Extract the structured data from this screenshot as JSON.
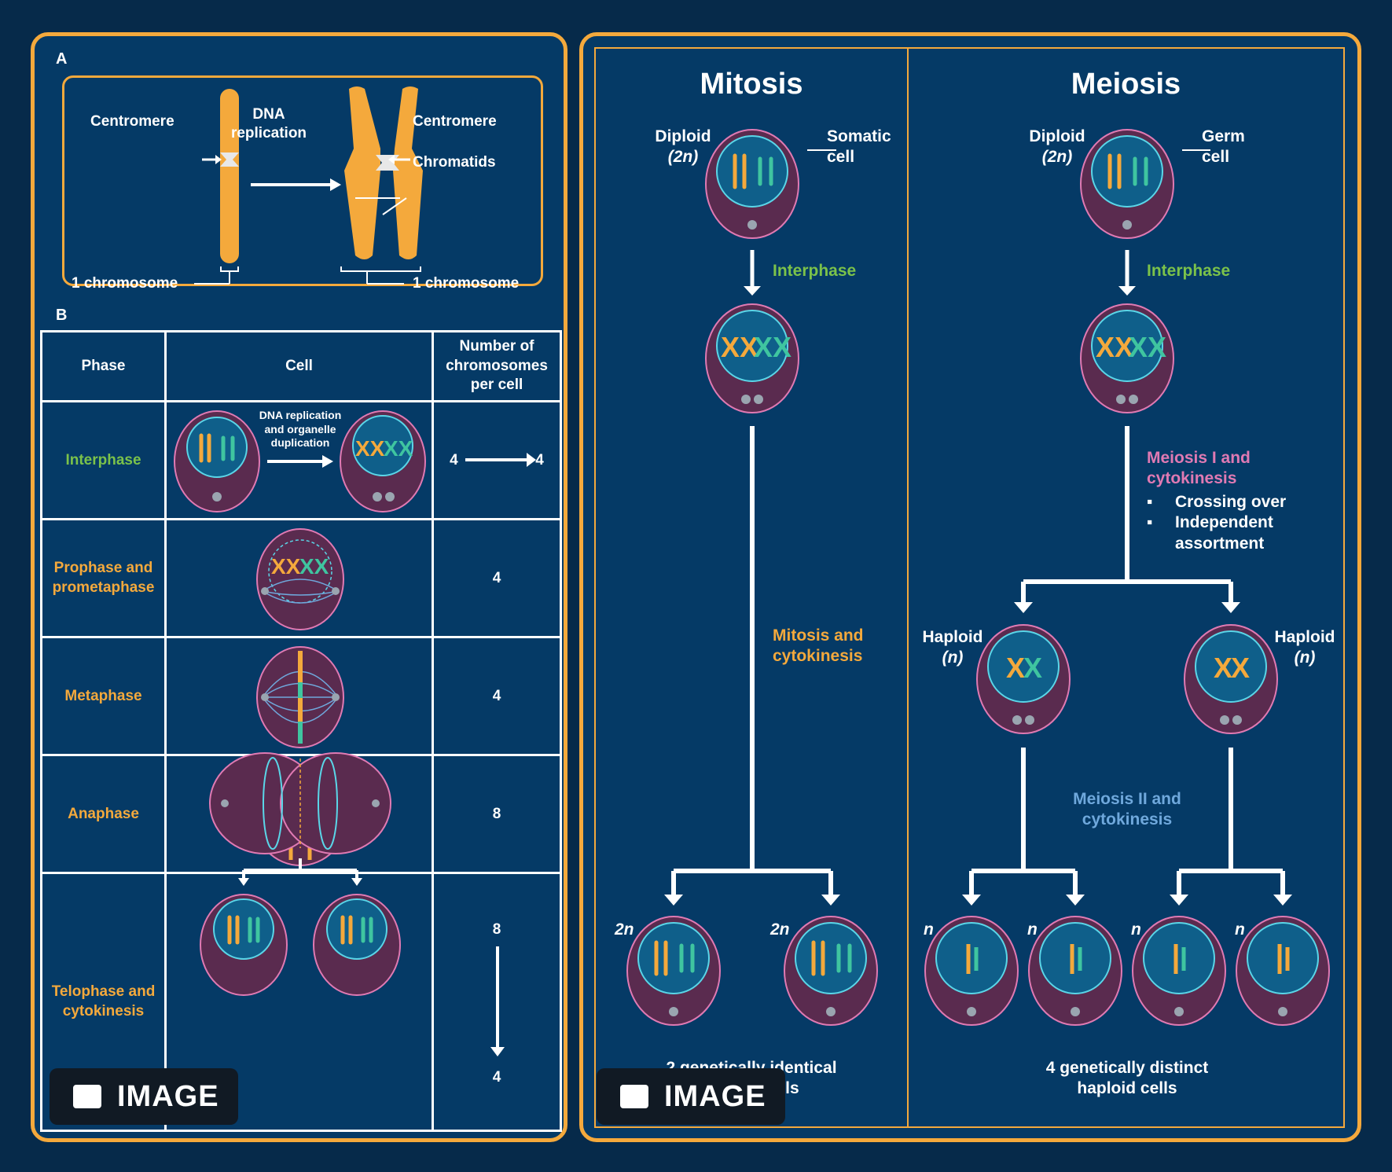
{
  "panel_a": {
    "letter": "A",
    "centromere_left": "Centromere",
    "dna_replication": "DNA\nreplication",
    "centromere_right": "Centromere",
    "chromatids": "Chromatids",
    "one_chromosome_left": "1 chromosome",
    "one_chromosome_right": "1 chromosome"
  },
  "panel_b": {
    "letter": "B",
    "headers": [
      "Phase",
      "Cell",
      "Number of chromosomes per cell"
    ],
    "rows": [
      {
        "phase": "Interphase",
        "count_from": "4",
        "count_to": "4",
        "cell_note": "DNA replication and organelle duplication"
      },
      {
        "phase": "Prophase and prometaphase",
        "count": "4"
      },
      {
        "phase": "Metaphase",
        "count": "4"
      },
      {
        "phase": "Anaphase",
        "count": "8"
      },
      {
        "phase": "Telophase and cytokinesis",
        "count_from": "8",
        "count_to": "4"
      }
    ]
  },
  "mitosis": {
    "title": "Mitosis",
    "diploid": "Diploid",
    "diploid_n": "(2n)",
    "somatic": "Somatic cell",
    "interphase": "Interphase",
    "process": "Mitosis and cytokinesis",
    "daughter_label": "2n",
    "result": "2 genetically identical diploid cells"
  },
  "meiosis": {
    "title": "Meiosis",
    "diploid": "Diploid",
    "diploid_n": "(2n)",
    "germ": "Germ cell",
    "interphase": "Interphase",
    "meiosis_i": "Meiosis I and cytokinesis",
    "bullet_1": "Crossing over",
    "bullet_2": "Independent assortment",
    "haploid": "Haploid",
    "haploid_n": "(n)",
    "meiosis_ii": "Meiosis II and cytokinesis",
    "daughter_label": "n",
    "result": "4 genetically distinct haploid cells"
  },
  "badges": {
    "left": "IMAGE",
    "right": "IMAGE",
    "icon": "image-icon"
  },
  "colors": {
    "orange": "#f4a93c",
    "green": "#7bc24a",
    "pink": "#e07ab3",
    "blue": "#6fa8dc",
    "chromosome_teal": "#3fc5a0",
    "cell_fill": "#5a2b4f"
  }
}
